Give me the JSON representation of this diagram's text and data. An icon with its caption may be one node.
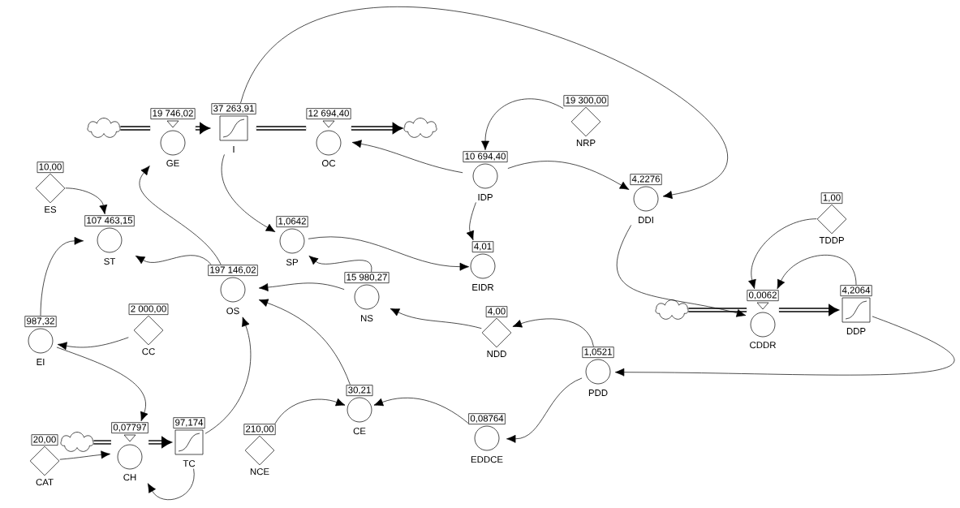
{
  "diagram": {
    "nodes": [
      {
        "text": [],
        "shape": "cloud"
      },
      {
        "text": [
          "19 746,02",
          "GE"
        ]
      },
      {
        "text": [
          "37 263,91",
          "I"
        ]
      },
      {
        "text": [
          "12 694,40",
          "OC"
        ]
      },
      {
        "text": [],
        "shape": "cloud"
      },
      {
        "text": [
          "19 300,00",
          "NRP"
        ]
      },
      {
        "text": [
          "10 694,40",
          "IDP"
        ]
      },
      {
        "text": [
          "4,2276",
          "DDI"
        ]
      },
      {
        "text": [
          "10,00",
          "ES"
        ]
      },
      {
        "text": [
          "107 463,15",
          "ST"
        ]
      },
      {
        "text": [
          "1,0642",
          "SP"
        ]
      },
      {
        "text": [
          "4,01",
          "EIDR"
        ]
      },
      {
        "text": [
          "1,00",
          "TDDP"
        ]
      },
      {
        "text": [
          "197 146,02",
          "OS"
        ]
      },
      {
        "text": [
          "15 980,27",
          "NS"
        ]
      },
      {
        "text": [
          "4,00",
          "NDD"
        ]
      },
      {
        "text": [],
        "shape": "cloud"
      },
      {
        "text": [
          "0,0062",
          "CDDR"
        ]
      },
      {
        "text": [
          "4,2064",
          "DDP"
        ]
      },
      {
        "text": [
          "987,32",
          "EI"
        ]
      },
      {
        "text": [
          "2 000,00",
          "CC"
        ]
      },
      {
        "text": [
          "1,0521",
          "PDD"
        ]
      },
      {
        "text": [
          "30,21",
          "CE"
        ]
      },
      {
        "text": [
          "0,08764",
          "EDDCE"
        ]
      },
      {
        "text": [],
        "shape": "cloud"
      },
      {
        "text": [
          "0,07797",
          "CH"
        ]
      },
      {
        "text": [
          "97,174",
          "TC"
        ]
      },
      {
        "text": [
          "210,00",
          "NCE"
        ]
      },
      {
        "text": [
          "20,00",
          "CAT"
        ]
      }
    ],
    "edges": [
      {
        "from": 0,
        "to": 1,
        "arrow": "none",
        "style": "thick"
      },
      {
        "from": 1,
        "to": 2,
        "arrow": "to",
        "style": "thick"
      },
      {
        "from": 2,
        "to": 3,
        "arrow": "none",
        "style": "thick"
      },
      {
        "from": 3,
        "to": 4,
        "arrow": "to",
        "style": "thick"
      },
      {
        "from": 16,
        "to": 17,
        "arrow": "none",
        "style": "thick"
      },
      {
        "from": 17,
        "to": 18,
        "arrow": "to",
        "style": "thick"
      },
      {
        "from": 24,
        "to": 25,
        "arrow": "none",
        "style": "thick"
      },
      {
        "from": 25,
        "to": 26,
        "arrow": "to",
        "style": "thick"
      },
      {
        "from": 2,
        "to": 10,
        "arrow": "to"
      },
      {
        "from": 2,
        "to": 7,
        "arrow": "to"
      },
      {
        "from": 5,
        "to": 6,
        "arrow": "to"
      },
      {
        "from": 6,
        "to": 3,
        "arrow": "to"
      },
      {
        "from": 6,
        "to": 7,
        "arrow": "to"
      },
      {
        "from": 6,
        "to": 11,
        "arrow": "to"
      },
      {
        "from": 10,
        "to": 11,
        "arrow": "to"
      },
      {
        "from": 14,
        "to": 10,
        "arrow": "to"
      },
      {
        "from": 7,
        "to": 17,
        "arrow": "to"
      },
      {
        "from": 12,
        "to": 17,
        "arrow": "to"
      },
      {
        "from": 18,
        "to": 17,
        "arrow": "to"
      },
      {
        "from": 18,
        "to": 21,
        "arrow": "to"
      },
      {
        "from": 21,
        "to": 15,
        "arrow": "to"
      },
      {
        "from": 15,
        "to": 14,
        "arrow": "to"
      },
      {
        "from": 21,
        "to": 23,
        "arrow": "to"
      },
      {
        "from": 23,
        "to": 22,
        "arrow": "to"
      },
      {
        "from": 27,
        "to": 22,
        "arrow": "to"
      },
      {
        "from": 14,
        "to": 13,
        "arrow": "to"
      },
      {
        "from": 22,
        "to": 13,
        "arrow": "to"
      },
      {
        "from": 26,
        "to": 13,
        "arrow": "to"
      },
      {
        "from": 13,
        "to": 9,
        "arrow": "to"
      },
      {
        "from": 13,
        "to": 1,
        "arrow": "to"
      },
      {
        "from": 8,
        "to": 9,
        "arrow": "to"
      },
      {
        "from": 19,
        "to": 9,
        "arrow": "to"
      },
      {
        "from": 20,
        "to": 19,
        "arrow": "to"
      },
      {
        "from": 19,
        "to": 25,
        "arrow": "to"
      },
      {
        "from": 28,
        "to": 25,
        "arrow": "to"
      },
      {
        "from": 26,
        "to": 25,
        "arrow": "to"
      }
    ]
  }
}
